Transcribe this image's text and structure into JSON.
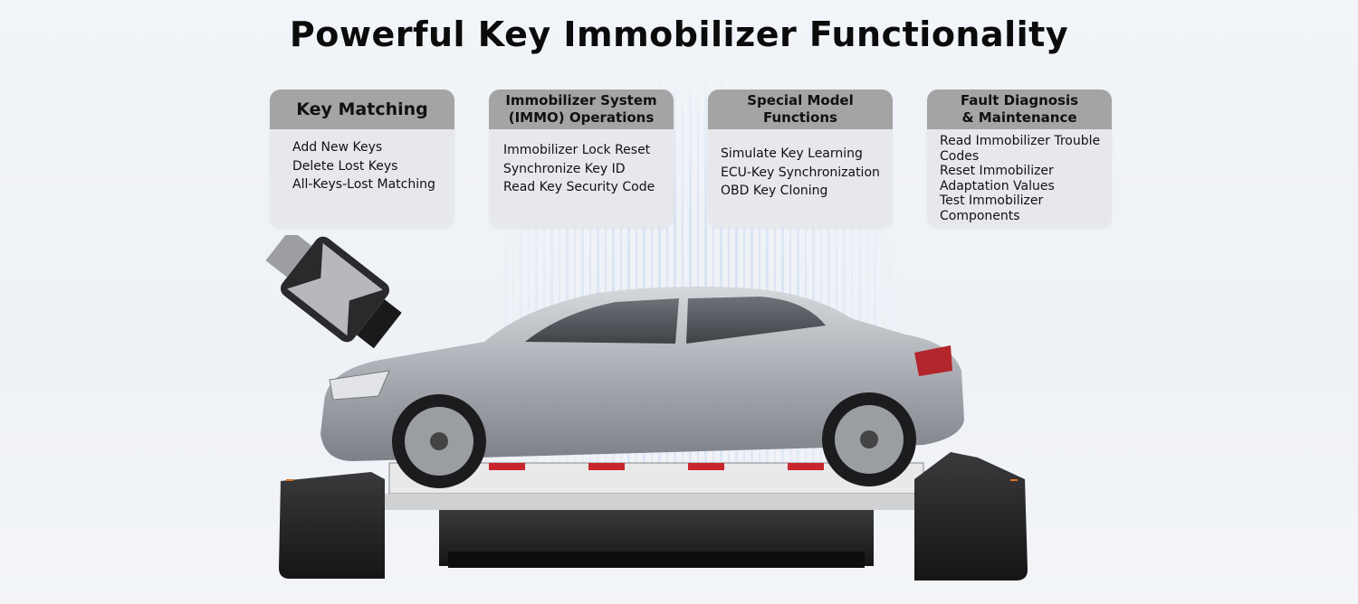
{
  "title": "Powerful Key Immobilizer Functionality",
  "cards": [
    {
      "heading": "Key Matching",
      "items": [
        "Add New Keys",
        "Delete Lost Keys",
        "All-Keys-Lost Matching"
      ]
    },
    {
      "heading": "Immobilizer System (IMMO) Operations",
      "items": [
        "Immobilizer Lock Reset",
        "Synchronize Key ID",
        "Read Key Security Code"
      ]
    },
    {
      "heading": "Special Model Functions",
      "items": [
        "Simulate Key Learning",
        "ECU-Key Synchronization",
        "OBD Key Cloning"
      ]
    },
    {
      "heading": "Fault Diagnosis & Maintenance",
      "items": [
        "Read Immobilizer Trouble Codes",
        "Reset Immobilizer Adaptation Values",
        "Test Immobilizer Components"
      ]
    }
  ],
  "colors": {
    "card_header": "#a4a4a4",
    "card_body": "#e6e8ec",
    "background": "#eef1f6",
    "accent_red": "#c8262c"
  }
}
